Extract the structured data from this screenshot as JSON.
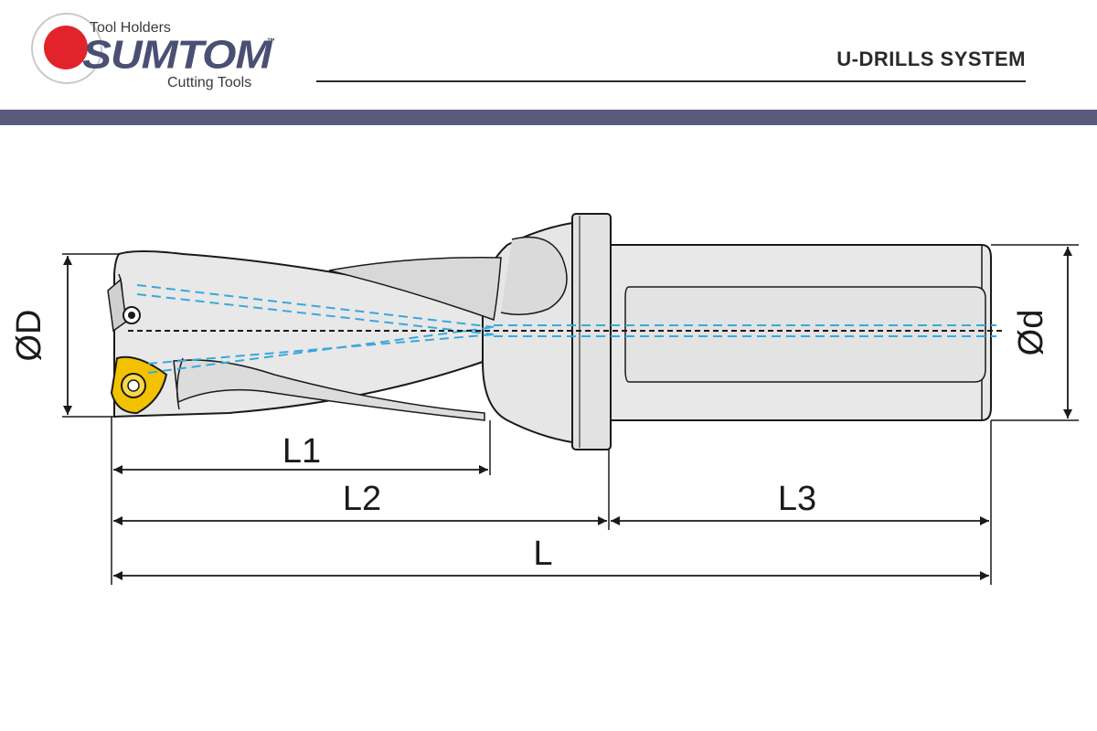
{
  "header": {
    "logo": {
      "top_text": "Tool Holders",
      "brand": "SUMTOM",
      "trademark": "™",
      "bottom_text": "Cutting Tools"
    },
    "title": "U-DRILLS SYSTEM"
  },
  "colors": {
    "band": "#5a5a7c",
    "brand": "#4a4f74",
    "logo_red": "#e3232b",
    "coolant": "#3aa7dc",
    "insert": "#f2c200",
    "body_fill": "#e8e8e8"
  },
  "dimensions": {
    "diameter_D": "ØD",
    "diameter_d": "Ød",
    "L1": "L1",
    "L2": "L2",
    "L3": "L3",
    "L": "L"
  }
}
